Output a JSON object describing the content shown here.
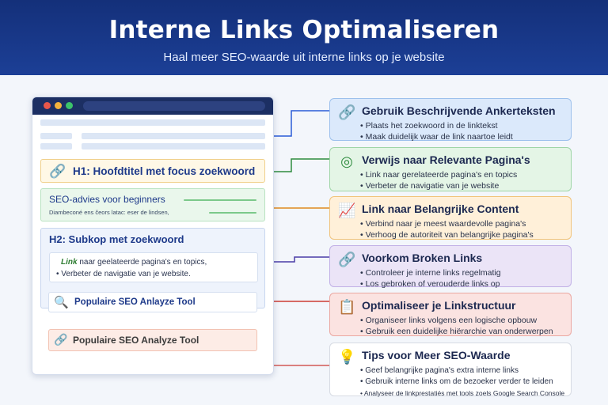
{
  "header": {
    "title": "Interne Links Optimaliseren",
    "subtitle": "Haal meer SEO-waarde uit interne links op je website"
  },
  "browser": {
    "h1": "H1: Hoofdtitel met focus zoekwoord",
    "advice_title": "SEO-advies voor beginners",
    "advice_sub": "Diambeconé ens čeors latac: eser de lindsen,",
    "h2": "H2: Subkop met zoekwoord",
    "h2_line1_link": "Link",
    "h2_line1_rest": " naar geelateerde pagina's en topics,",
    "h2_line2": "• Verbeter de navigatie van je website.",
    "tool1": "Populaire SEO Anlayze Tool",
    "tool2": "Populaire SEO Analyze Tool"
  },
  "cards": [
    {
      "icon": "link-icon",
      "color": "#2a5bd7",
      "title": "Gebruik Beschrijvende Ankerteksten",
      "items": [
        "Plaats het zoekwoord in de linktekst",
        "Maak duidelijk waar de link naartoe leidt"
      ]
    },
    {
      "icon": "target-icon",
      "color": "#2e8b3e",
      "title": "Verwijs naar Relevante Pagina's",
      "items": [
        "Link naar gerelateerde pagina's en topics",
        "Verbeter de navigatie van je website"
      ]
    },
    {
      "icon": "chart-icon",
      "color": "#e08a1e",
      "title": "Link naar Belangrijke Content",
      "items": [
        "Verbind naar je meest waardevolle pagina's",
        "Verhoog de autoriteit van belangrijke pagina's"
      ]
    },
    {
      "icon": "broken-link-icon",
      "color": "#6a4bc2",
      "title": "Voorkom Broken Links",
      "items": [
        "Controleer je interne links regelmatig",
        "Los gebroken of verouderde links op"
      ]
    },
    {
      "icon": "structure-icon",
      "color": "#cc3b33",
      "title": "Optimaliseer je Linkstructuur",
      "items": [
        "Organiseer links volgens een logische opbouw",
        "Gebruik een duidelijke hiërarchie van onderwerpen"
      ]
    },
    {
      "icon": "lightbulb-icon",
      "color": "#f2b21c",
      "title": "Tips voor Meer SEO-Waarde",
      "items": [
        "Geef belangrijke pagina's extra interne links",
        "Gebruik interne links om de bezoeker verder te leiden",
        "Analyseer de linkprestatiés met tools zoels Google Search Console"
      ]
    }
  ]
}
